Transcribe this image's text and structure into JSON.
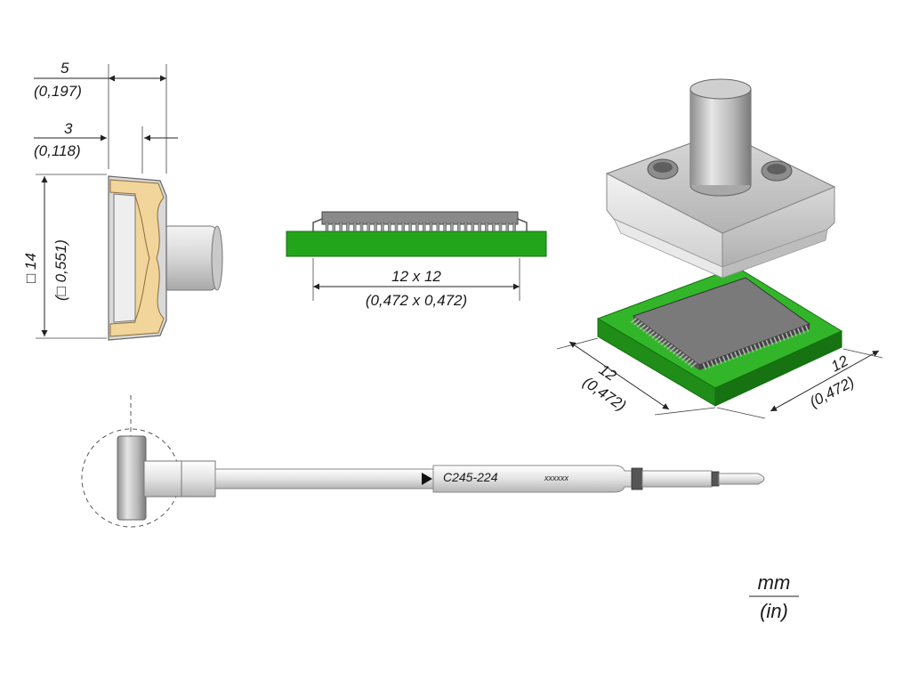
{
  "dimensions": {
    "width_outer": {
      "mm": "5",
      "in": "(0,197)"
    },
    "width_inner": {
      "mm": "3",
      "in": "(0,118)"
    },
    "height": {
      "mm": "□ 14",
      "in": "(□ 0,551)"
    },
    "component": {
      "mm": "12 x 12",
      "in": "(0,472 x 0,472)"
    },
    "side_left": {
      "mm": "12",
      "in": "(0,472)"
    },
    "side_right": {
      "mm": "12",
      "in": "(0,472)"
    }
  },
  "tip": {
    "part_number": "C245-224",
    "serial": "xxxxxx"
  },
  "units": {
    "top": "mm",
    "bottom": "(in)"
  },
  "colors": {
    "pcb_green": "#22a51a",
    "insert_cream": "#f2d59a",
    "metal_gray": "#cfcfcf",
    "chip_dark": "#7a7a7a"
  }
}
